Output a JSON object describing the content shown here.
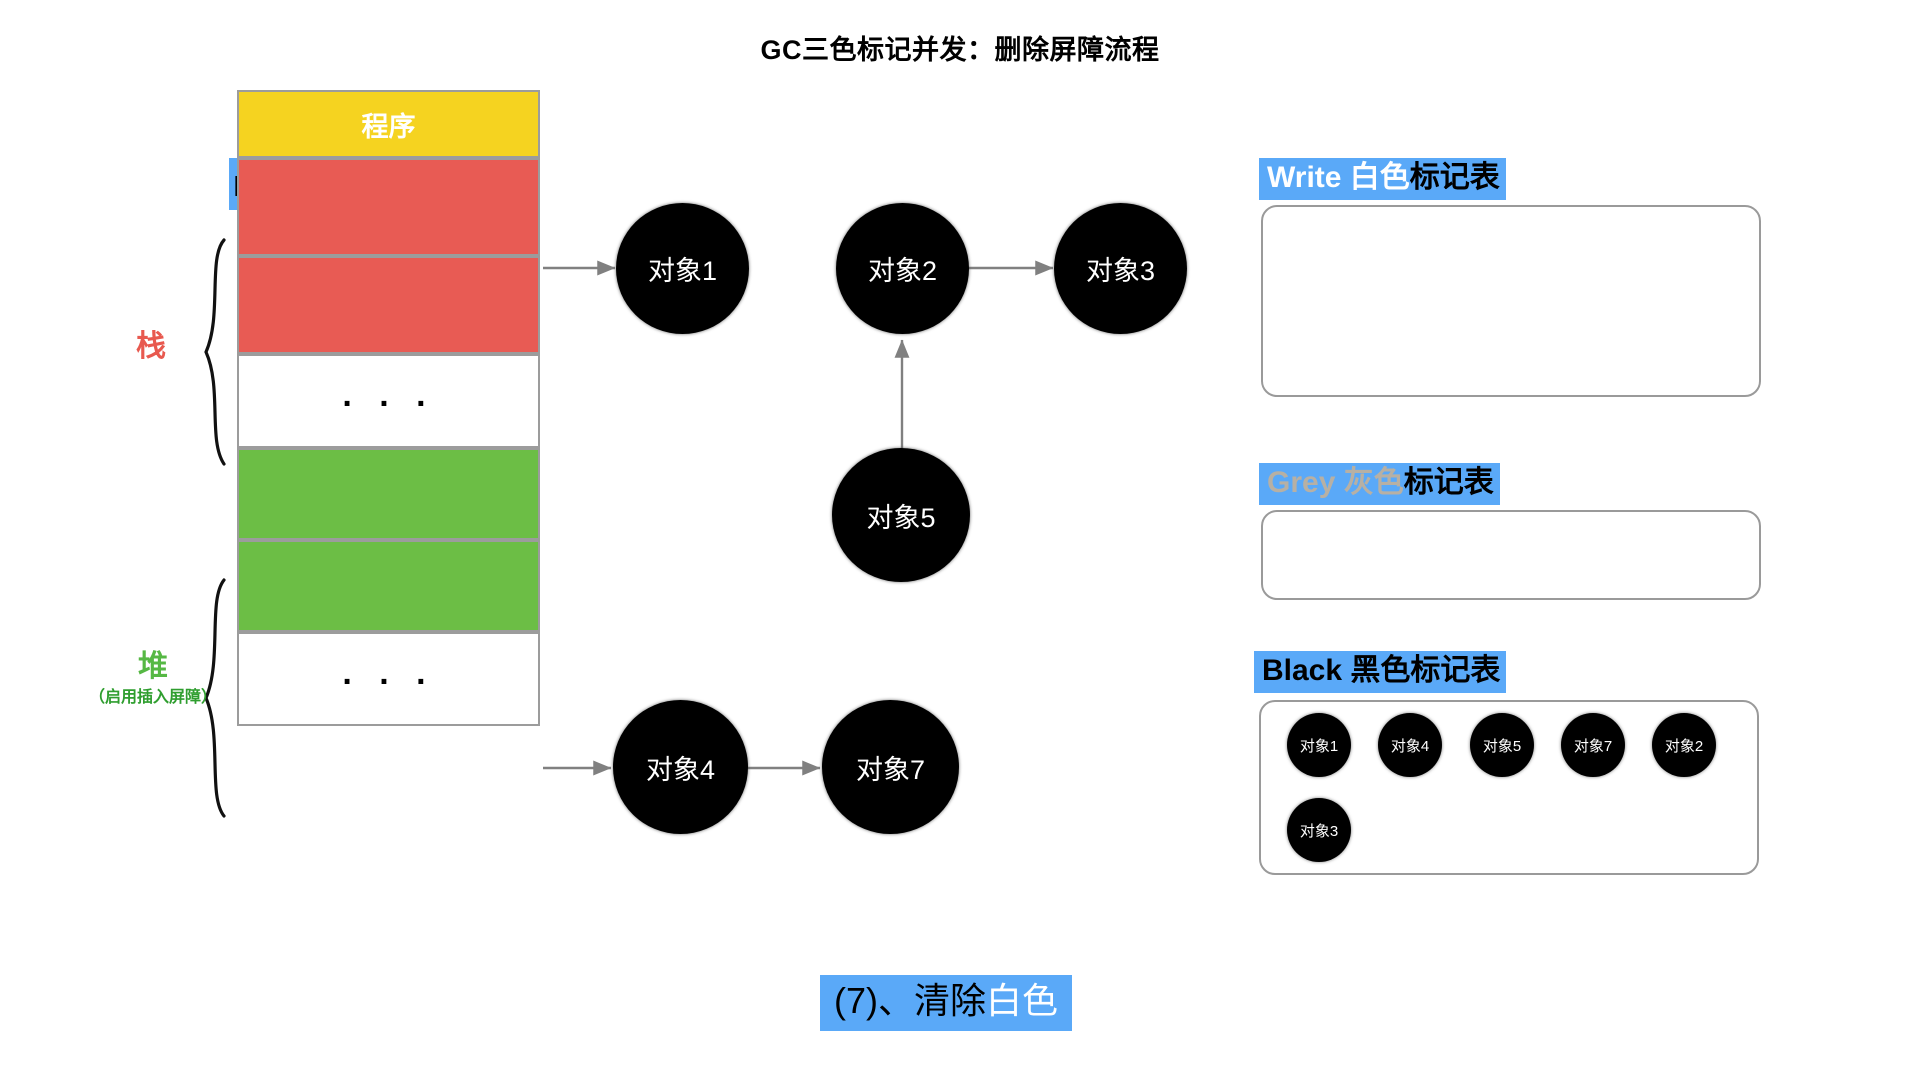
{
  "title": "GC三色标记并发：删除屏障流程",
  "memory": {
    "program_label": "程序",
    "rootset_label": "Root Set根节点集合",
    "ellipsis": ". . .",
    "blocks": [
      {
        "name": "program",
        "label": "程序",
        "color": "#f5d320"
      },
      {
        "name": "rootset",
        "label": "Root Set根节点集合",
        "color": "#5aa9f8"
      },
      {
        "name": "stack-slot-1",
        "label": "",
        "color": "#e85b54"
      },
      {
        "name": "stack-slot-2",
        "label": "",
        "color": "#e85b54"
      },
      {
        "name": "stack-ellipsis",
        "label": ". . .",
        "color": "#ffffff"
      },
      {
        "name": "heap-slot-1",
        "label": "",
        "color": "#6cbe45"
      },
      {
        "name": "heap-slot-2",
        "label": "",
        "color": "#6cbe45"
      },
      {
        "name": "heap-ellipsis",
        "label": ". . .",
        "color": "#ffffff"
      }
    ]
  },
  "side_labels": {
    "stack": {
      "text": "栈",
      "color": "#e8594f"
    },
    "heap": {
      "text": "堆",
      "sub": "（启用插入屏障）",
      "color": "#56b844"
    }
  },
  "objects": [
    {
      "id": "obj1",
      "label": "对象1"
    },
    {
      "id": "obj2",
      "label": "对象2"
    },
    {
      "id": "obj3",
      "label": "对象3"
    },
    {
      "id": "obj5",
      "label": "对象5"
    },
    {
      "id": "obj4",
      "label": "对象4"
    },
    {
      "id": "obj7",
      "label": "对象7"
    }
  ],
  "tables": [
    {
      "name": "white",
      "keyword": "Write 白色",
      "keyword_color": "#ffffff",
      "suffix": "标记表",
      "items": []
    },
    {
      "name": "grey",
      "keyword": "Grey 灰色",
      "keyword_color": "#b7b0a4",
      "suffix": "标记表",
      "items": []
    },
    {
      "name": "black",
      "keyword": "Black 黑色",
      "keyword_color": "#000000",
      "suffix": "标记表",
      "items": [
        "对象1",
        "对象4",
        "对象5",
        "对象7",
        "对象2",
        "对象3"
      ]
    }
  ],
  "caption": {
    "prefix": "(7)、清除",
    "highlight": "白色"
  },
  "colors": {
    "highlight_blue": "#5aa9f8",
    "stack_red": "#e85b54",
    "heap_green": "#6cbe45",
    "program_yellow": "#f5d320",
    "node_black": "#000000",
    "edge_grey": "#808080",
    "border_grey": "#9c9c9c"
  }
}
